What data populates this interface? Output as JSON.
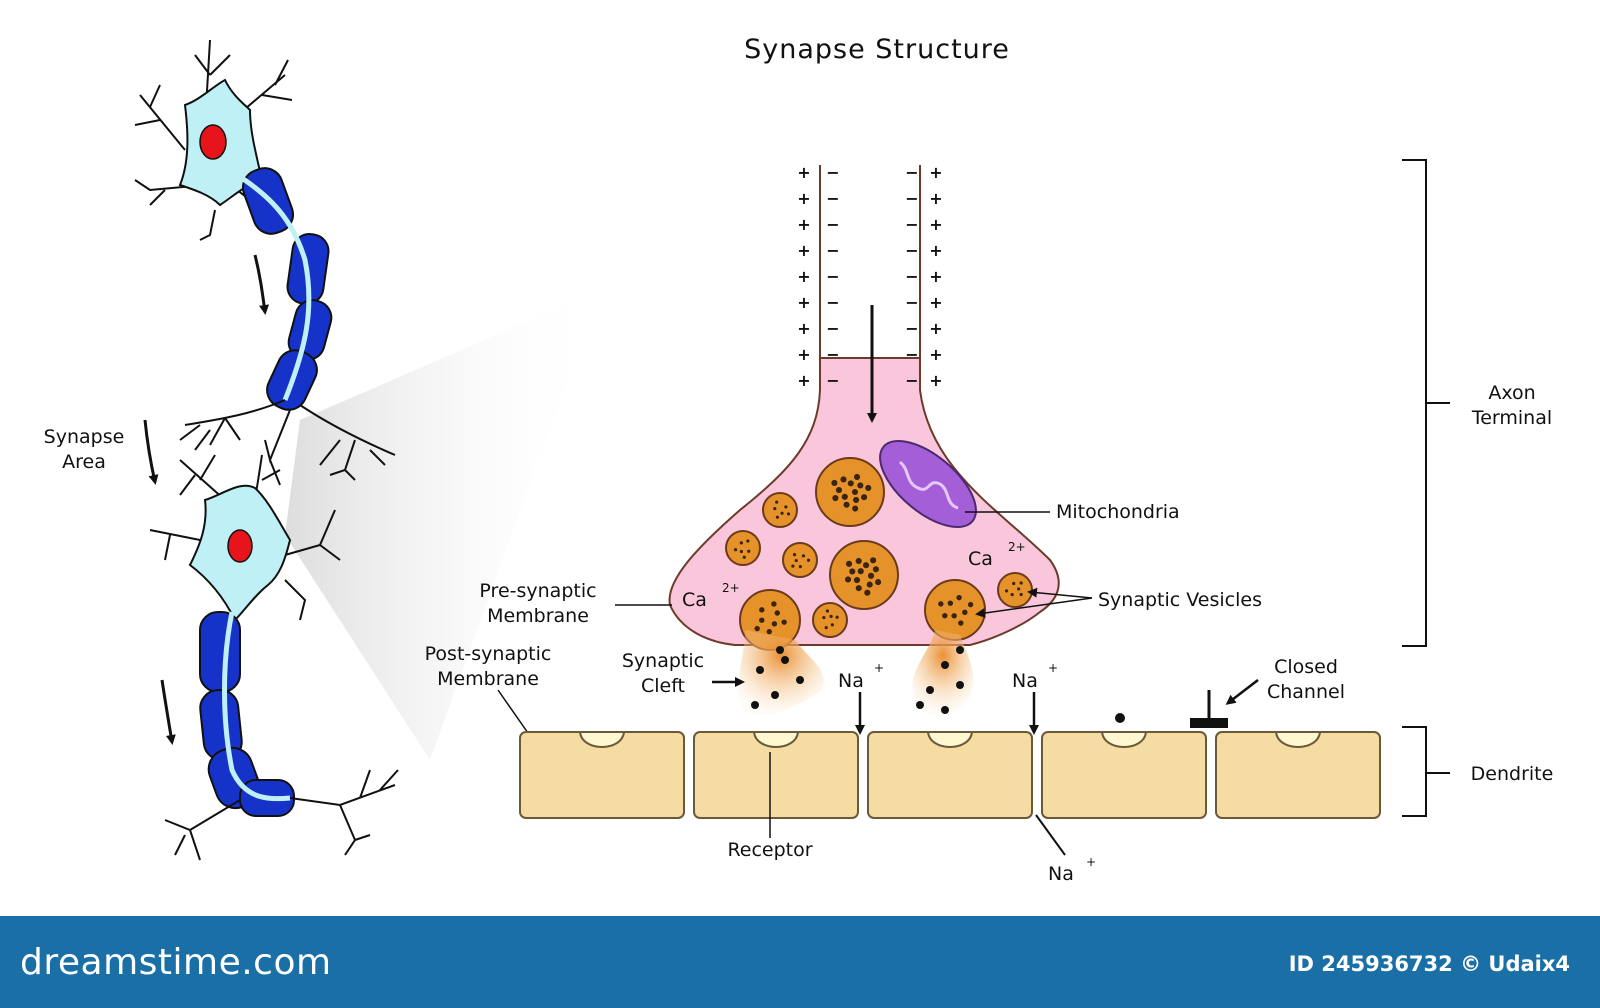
{
  "title": "Synapse Structure",
  "labels": {
    "synapse_area_1": "Synapse",
    "synapse_area_2": "Area",
    "axon_terminal_1": "Axon",
    "axon_terminal_2": "Terminal",
    "dendrite": "Dendrite",
    "mitochondria": "Mitochondria",
    "synaptic_vesicles": "Synaptic Vesicles",
    "pre_synaptic_1": "Pre-synaptic",
    "pre_synaptic_2": "Membrane",
    "post_synaptic_1": "Post-synaptic",
    "post_synaptic_2": "Membrane",
    "synaptic_cleft_1": "Synaptic",
    "synaptic_cleft_2": "Cleft",
    "closed_channel_1": "Closed",
    "closed_channel_2": "Channel",
    "receptor": "Receptor",
    "ca": "Ca",
    "ca_charge": "2+",
    "na": "Na",
    "na_charge": "+",
    "plus": "+",
    "minus": "−"
  },
  "footer": {
    "brand": "dreamstime.com",
    "credit": "ID 245936732 © Udaix4"
  },
  "colors": {
    "footer": "#1a6fa6",
    "soma": "#bff0f5",
    "myelin": "#1533c9",
    "terminal": "#f9c6dc",
    "vesicle": "#e6922a",
    "mitochondria": "#a45fd8",
    "dendrite_cell": "#f5dca3"
  }
}
